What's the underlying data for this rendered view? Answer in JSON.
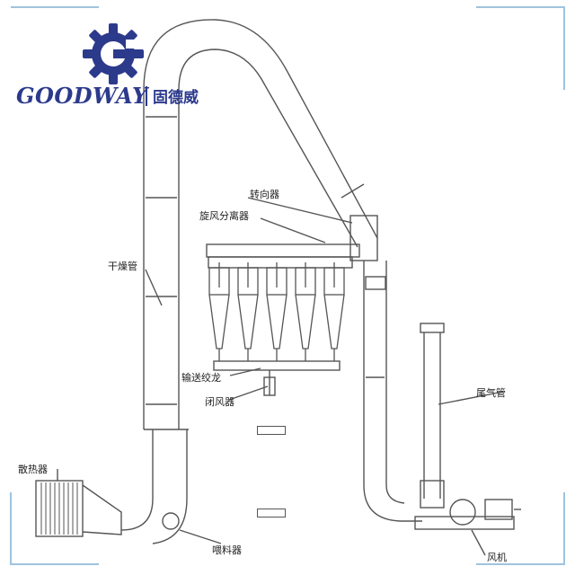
{
  "brand": {
    "name": "GOODWAY",
    "name_cn": "固德威",
    "color": "#2c3a8c"
  },
  "labels": {
    "diverter": "转向器",
    "cyclone": "旋风分离器",
    "drying_tube": "干燥管",
    "screw_conveyor": "输送绞龙",
    "airlock": "闭风器",
    "exhaust_pipe": "尾气管",
    "radiator": "散热器",
    "feeder": "喂料器",
    "fan": "风机"
  },
  "colors": {
    "frame": "#9fc3dd",
    "line": "#555555"
  }
}
